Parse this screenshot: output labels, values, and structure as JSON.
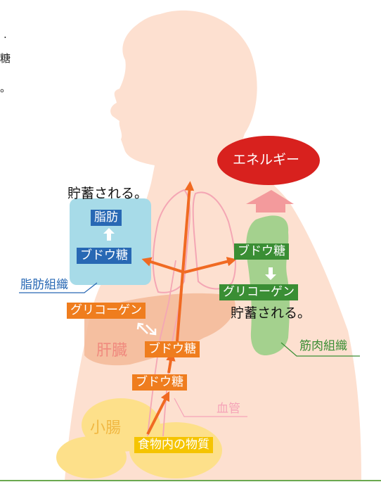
{
  "clipped_text": [
    ".",
    "糖",
    "。"
  ],
  "energy": "エネルギー",
  "fat": {
    "stored": "貯蓄される。",
    "fat_box": "脂肪",
    "glucose": "ブドウ糖",
    "tissue": "脂肪組織"
  },
  "muscle": {
    "glucose": "ブドウ糖",
    "glycogen": "グリコーゲン",
    "stored": "貯蓄される。",
    "tissue": "筋肉組織"
  },
  "liver": {
    "glycogen": "グリコーゲン",
    "name": "肝臓",
    "glucose": "ブドウ糖"
  },
  "vessel": {
    "glucose": "ブドウ糖",
    "name": "血管"
  },
  "intestine": {
    "name": "小腸",
    "food": "食物内の物質"
  },
  "colors": {
    "skin": "#fde0d0",
    "muscle": "#9fd08a",
    "fat": "#a7dbe8",
    "liver": "#f3b898",
    "intestine": "#fde08a",
    "orange_arrow": "#f06a22",
    "energy_red": "#d8211e",
    "green_box": "#3a8e34",
    "blue_box": "#2868b4",
    "orange_box": "#ef7d1e",
    "yellow_box": "#f5c400",
    "vessel_pink": "#f5a3b8",
    "liver_text": "#f08a7e",
    "intestine_text": "#f1b843",
    "rule_green": "#6aa84f"
  }
}
